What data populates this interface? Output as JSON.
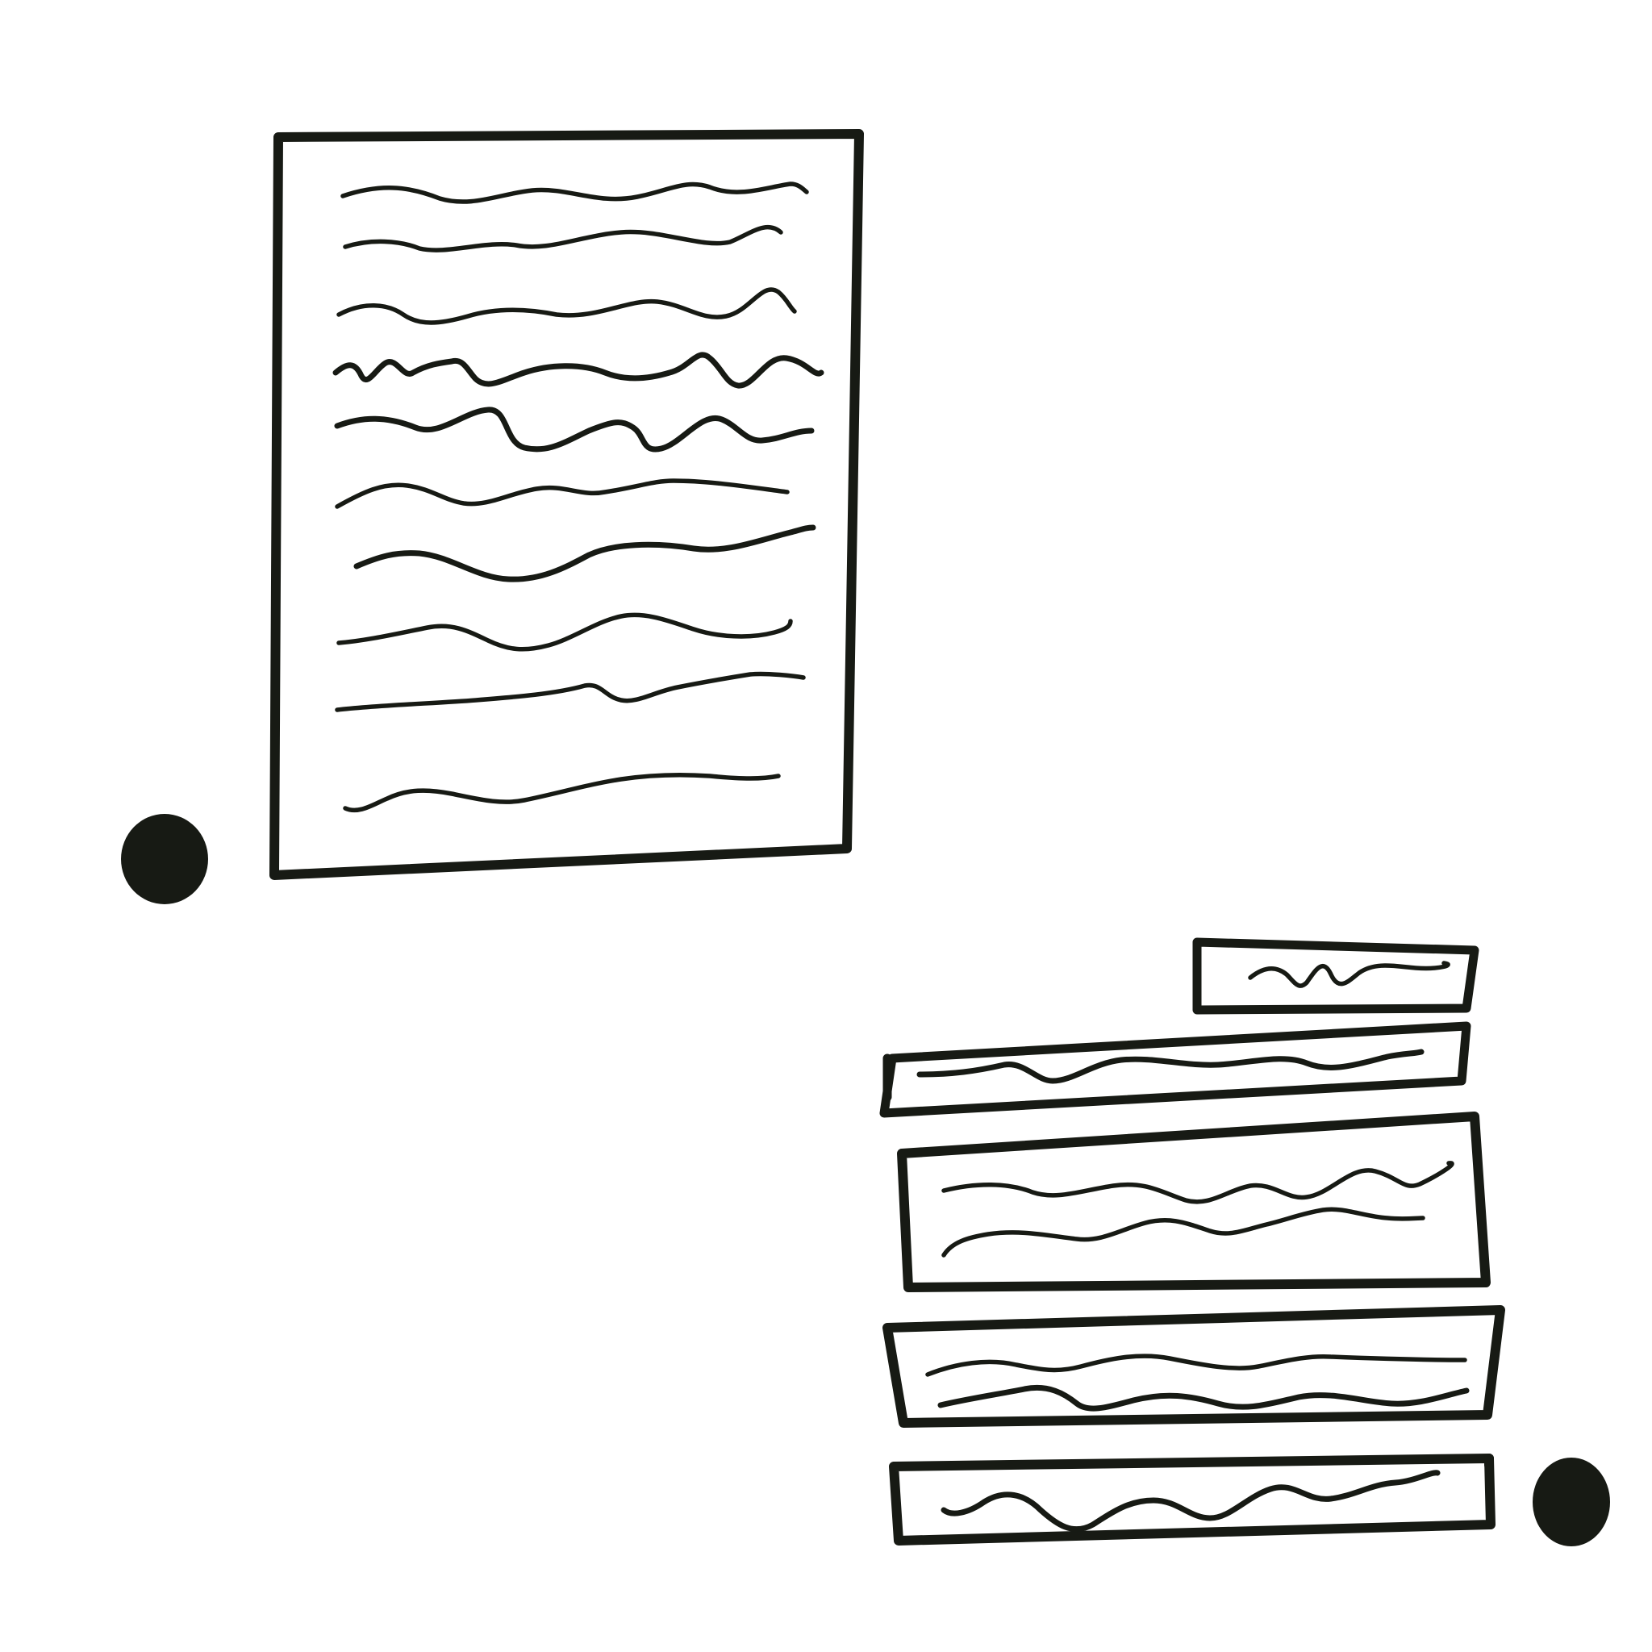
{
  "diagram": {
    "ink_color": "#171a14",
    "background_color": "#ffffff",
    "elements": [
      {
        "name": "document-page",
        "kind": "page",
        "scribble_lines": 10
      },
      {
        "name": "bullet-dot-left",
        "kind": "dot"
      },
      {
        "name": "stacked-cards",
        "kind": "card-stack",
        "cards": 5
      },
      {
        "name": "bullet-dot-right",
        "kind": "dot"
      }
    ]
  }
}
